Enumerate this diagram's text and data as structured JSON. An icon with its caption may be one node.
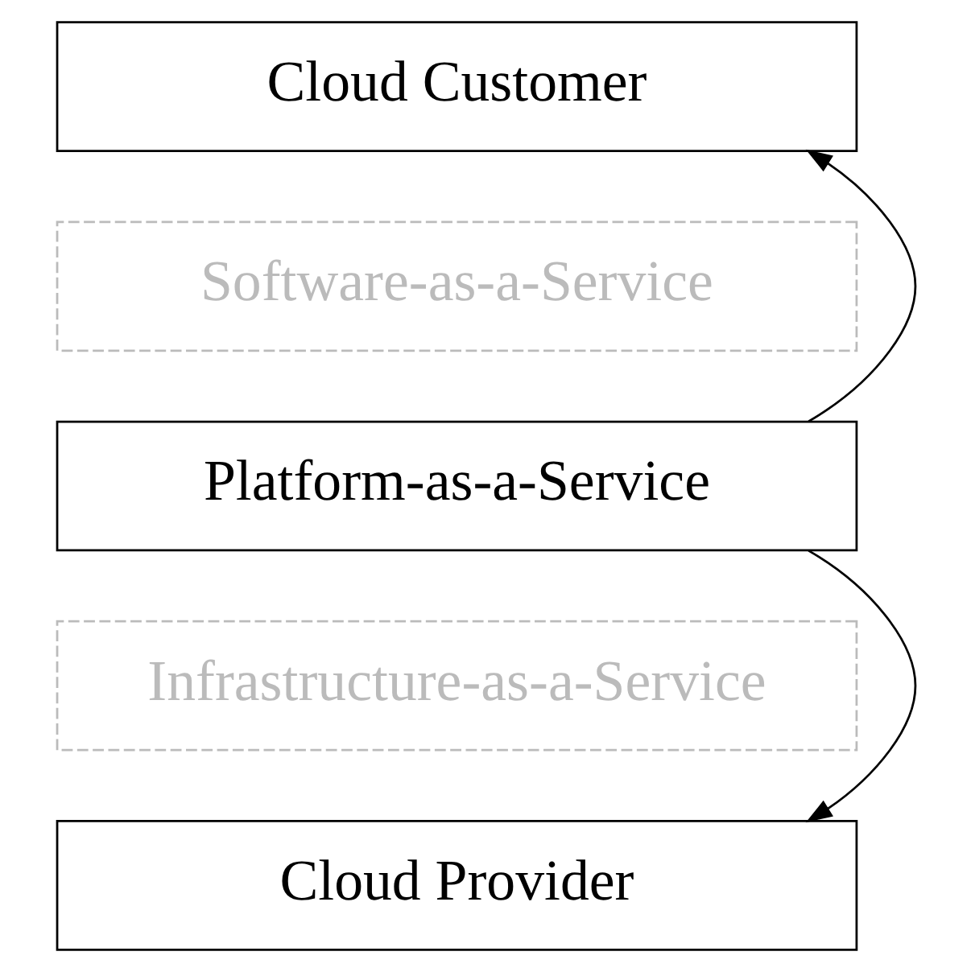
{
  "diagram": {
    "nodes": [
      {
        "text": [
          "Cloud Customer"
        ]
      },
      {
        "text": [
          "Software-as-a-Service"
        ]
      },
      {
        "text": [
          "Platform-as-a-Service"
        ]
      },
      {
        "text": [
          "Infrastructure-as-a-Service"
        ]
      },
      {
        "text": [
          "Cloud Provider"
        ]
      }
    ],
    "edges": [
      {
        "from": 2,
        "to": 0,
        "arrow": "to"
      },
      {
        "from": 2,
        "to": 4,
        "arrow": "to"
      }
    ]
  }
}
